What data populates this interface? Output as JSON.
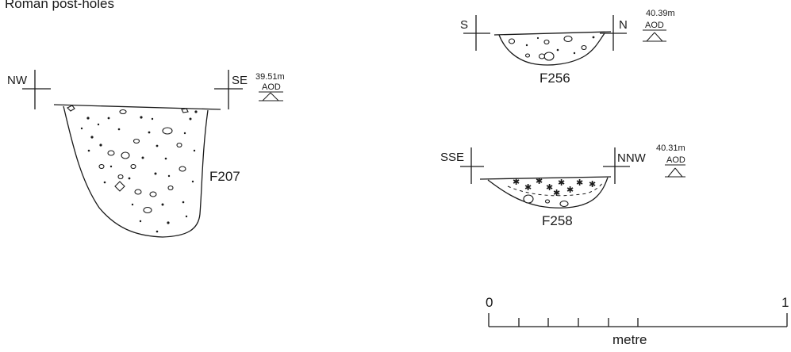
{
  "title": "Roman post-holes",
  "sections": [
    {
      "id": "F207",
      "label": "F207",
      "left_direction": "NW",
      "right_direction": "SE",
      "level": "39.51m",
      "datum": "AOD"
    },
    {
      "id": "F256",
      "label": "F256",
      "left_direction": "S",
      "right_direction": "N",
      "level": "40.39m",
      "datum": "AOD"
    },
    {
      "id": "F258",
      "label": "F258",
      "left_direction": "SSE",
      "right_direction": "NNW",
      "level": "40.31m",
      "datum": "AOD"
    }
  ],
  "scale_bar": {
    "start_label": "0",
    "end_label": "1",
    "unit_label": "metre"
  }
}
